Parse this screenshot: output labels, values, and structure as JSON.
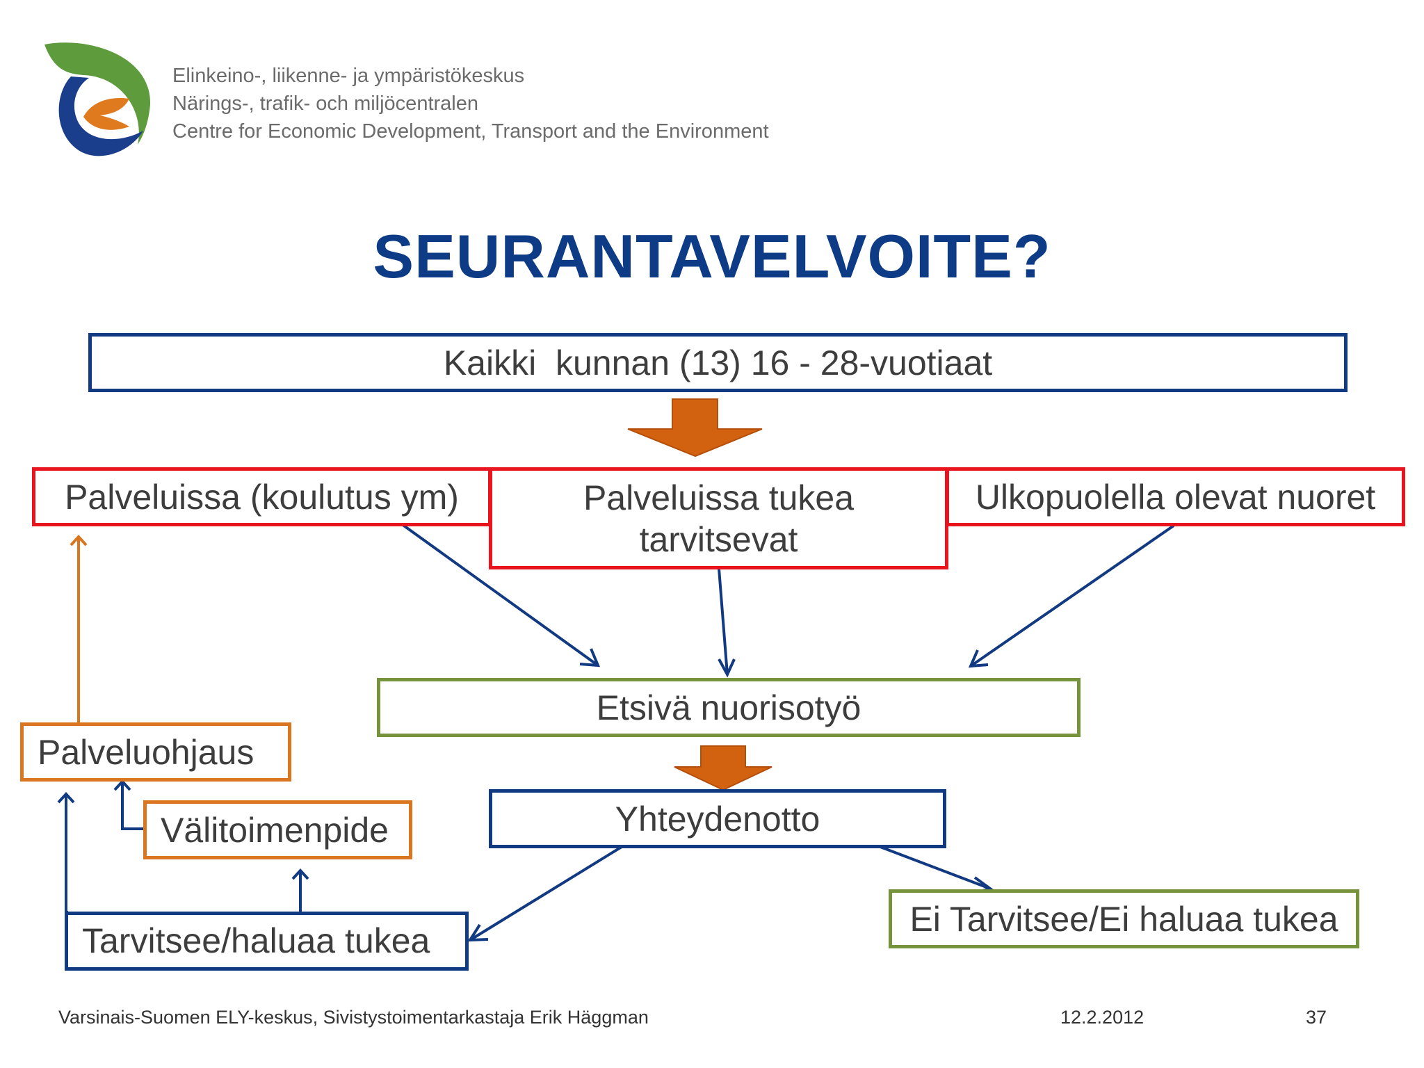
{
  "header": {
    "org_lines": [
      "Elinkeino-, liikenne- ja ympäristökeskus",
      "Närings-, trafik- och miljöcentralen",
      "Centre for Economic Development, Transport and the Environment"
    ],
    "logo_icon": "ely-logo-icon"
  },
  "title": "SEURANTAVELVOITE?",
  "diagram": {
    "all_youth": "Kaikki  kunnan (13) 16 - 28-vuotiaat",
    "in_services": "Palveluissa (koulutus ym)",
    "in_services_need_support": "Palveluissa tukea tarvitsevat",
    "outside_youth": "Ulkopuolella olevat nuoret",
    "outreach": "Etsivä nuorisotyö",
    "contact": "Yhteydenotto",
    "service_guidance": "Palveluohjaus",
    "intermediate_measure": "Välitoimenpide",
    "needs_support": "Tarvitsee/haluaa tukea",
    "no_support": "Ei Tarvitsee/Ei haluaa tukea"
  },
  "footer": {
    "left": "Varsinais-Suomen ELY-keskus, Sivistystoimentarkastaja Erik Häggman",
    "date": "12.2.2012",
    "page": "37"
  },
  "colors": {
    "title": "#0d3b86",
    "blue": "#123a82",
    "red": "#e8141e",
    "green": "#76933c",
    "orange": "#d9761f",
    "block_arrow": "#d2620f"
  }
}
